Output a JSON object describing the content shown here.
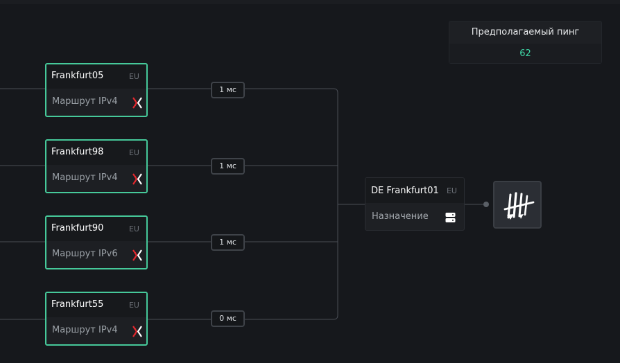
{
  "ping": {
    "label": "Предполагаемый пинг",
    "value": "62",
    "value_color": "#3fd6a5"
  },
  "servers": [
    {
      "name": "Frankfurt05",
      "region": "EU",
      "route": "Маршрут IPv4",
      "latency": "1 мс",
      "icon": "route-icon"
    },
    {
      "name": "Frankfurt98",
      "region": "EU",
      "route": "Маршрут IPv4",
      "latency": "1 мс",
      "icon": "route-icon"
    },
    {
      "name": "Frankfurt90",
      "region": "EU",
      "route": "Маршрут IPv6",
      "latency": "1 мс",
      "icon": "route-icon"
    },
    {
      "name": "Frankfurt55",
      "region": "EU",
      "route": "Маршрут IPv4",
      "latency": "0 мс",
      "icon": "route-icon"
    }
  ],
  "destination": {
    "name": "DE Frankfurt01",
    "region": "EU",
    "role": "Назначение",
    "icon": "server-icon"
  },
  "game": {
    "icon": "dead-by-daylight-logo-icon"
  },
  "colors": {
    "accent": "#46c99a",
    "background": "#16181c",
    "route_icon_red": "#e0282e"
  }
}
